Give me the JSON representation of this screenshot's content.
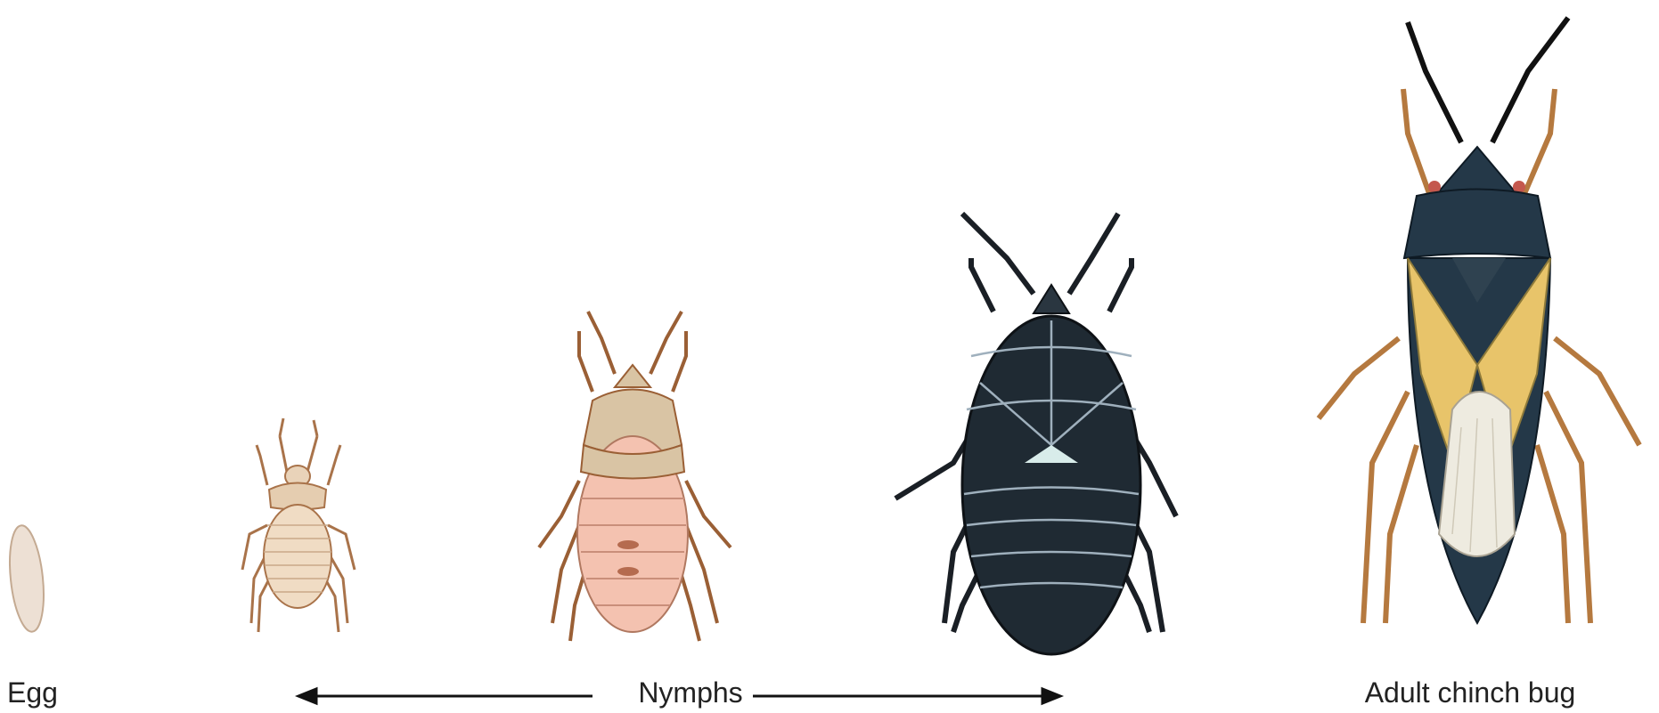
{
  "labels": {
    "egg": "Egg",
    "nymphs": "Nymphs",
    "adult": "Adult chinch bug"
  },
  "colors": {
    "egg": "#ede0d4",
    "nymph1": "#f0dcc4",
    "nymph2_head": "#d9c4a4",
    "nymph2_body": "#f4c2b0",
    "nymph3": "#1f2a33",
    "adult_body": "#243848",
    "adult_wing_yellow": "#e8c46a",
    "adult_membrane": "#eeebe0",
    "leg_brown": "#b5793f",
    "arrow": "#111111"
  }
}
